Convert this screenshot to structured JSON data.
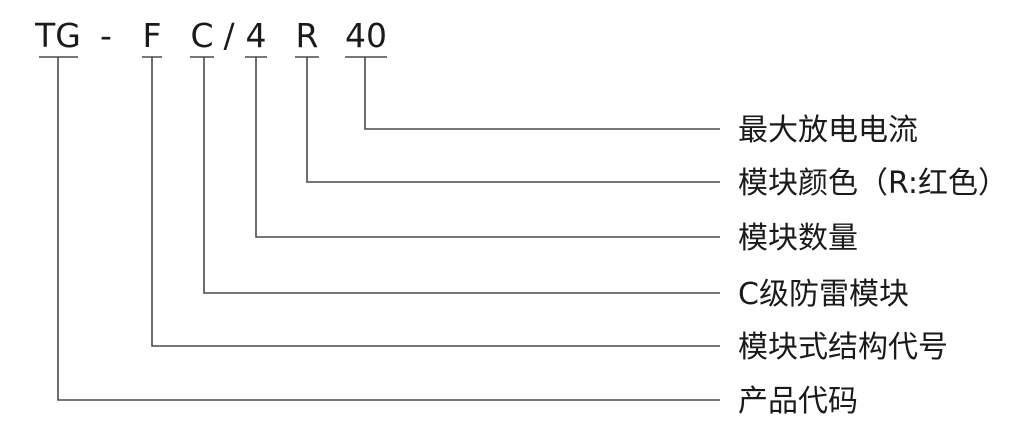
{
  "model_code": {
    "tokens": [
      "TG",
      "-",
      "F",
      "C",
      "/",
      "4",
      "R",
      "40"
    ]
  },
  "descriptions": [
    "最大放电电流",
    "模块颜色（R:红色）",
    "模块数量",
    "C级防雷模块",
    "模块式结构代号",
    "产品代码"
  ],
  "colors": {
    "text": "#1a1a1a",
    "line": "#4a4a4a"
  }
}
